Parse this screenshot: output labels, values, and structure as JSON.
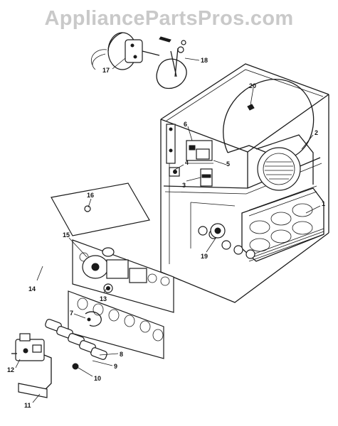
{
  "watermark": "AppliancePartsPros.com",
  "callouts": {
    "c1": "1",
    "c2": "2",
    "c3": "3",
    "c4": "4",
    "c5": "5",
    "c6": "6",
    "c7": "7",
    "c8": "8",
    "c9": "9",
    "c10": "10",
    "c11": "11",
    "c12": "12",
    "c13": "13",
    "c14": "14",
    "c15": "15",
    "c16": "16",
    "c17": "17",
    "c18": "18",
    "c19": "19",
    "c20": "20"
  }
}
